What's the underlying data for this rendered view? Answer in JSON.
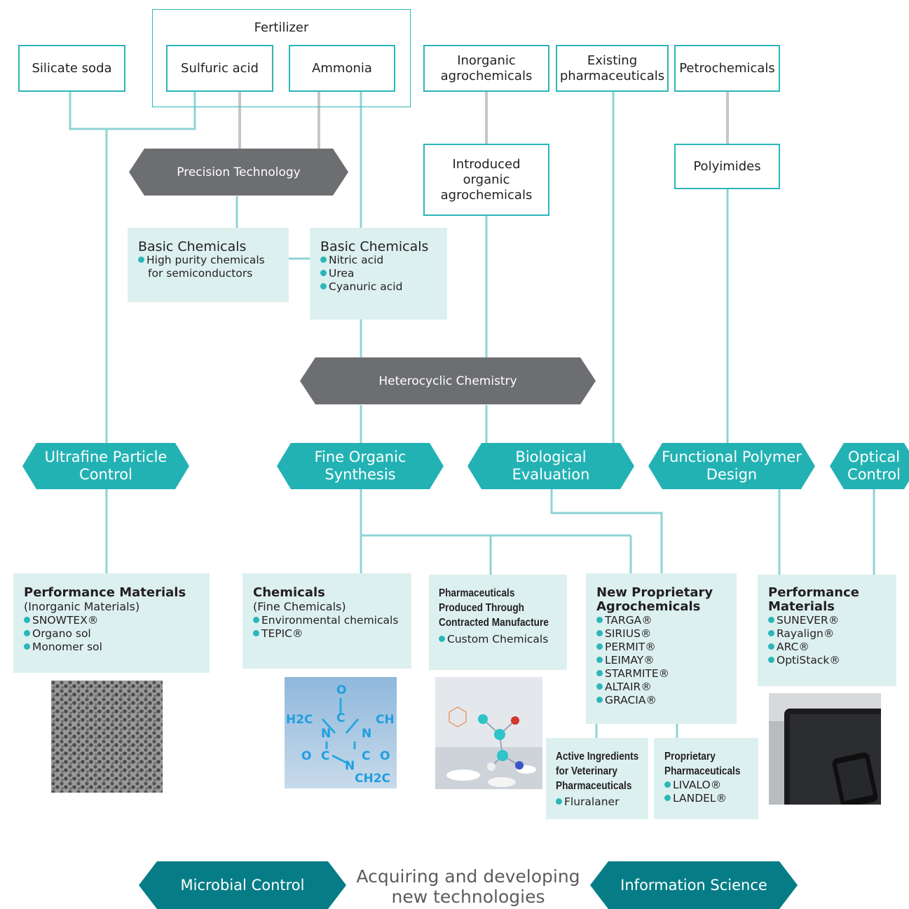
{
  "sources": {
    "fertilizer_label": "Fertilizer",
    "silicate_soda": "Silicate soda",
    "sulfuric_acid": "Sulfuric acid",
    "ammonia": "Ammonia",
    "inorganic_agrochemicals": "Inorganic agrochemicals",
    "existing_pharmaceuticals": "Existing pharmaceuticals",
    "petrochemicals": "Petrochemicals",
    "introduced_organic_agrochemicals": "Introduced organic agrochemicals",
    "polyimides": "Polyimides"
  },
  "core_technologies": {
    "precision_technology": "Precision Technology",
    "heterocyclic_chemistry": "Heterocyclic Chemistry"
  },
  "basic_chemicals": [
    {
      "title": "Basic Chemicals",
      "items": [
        "High purity chemicals for semiconductors"
      ]
    },
    {
      "title": "Basic Chemicals",
      "items": [
        "Nitric acid",
        "Urea",
        "Cyanuric acid"
      ]
    }
  ],
  "technologies": [
    "Ultrafine Particle Control",
    "Fine Organic Synthesis",
    "Biological Evaluation",
    "Functional Polymer Design",
    "Optical Control"
  ],
  "products": {
    "performance_inorganic": {
      "title": "Performance Materials",
      "subtitle": "(Inorganic Materials)",
      "items": [
        "SNOWTEX®",
        "Organo sol",
        "Monomer sol"
      ]
    },
    "chemicals": {
      "title": "Chemicals",
      "subtitle": "(Fine Chemicals)",
      "items": [
        "Environmental chemicals",
        "TEPIC®"
      ]
    },
    "pharma_contract": {
      "title_lines": [
        "Pharmaceuticals",
        "Produced Through",
        "Contracted Manufacture"
      ],
      "items": [
        "Custom Chemicals"
      ]
    },
    "agrochemicals": {
      "title_lines": [
        "New Proprietary",
        "Agrochemicals"
      ],
      "items": [
        "TARGA®",
        "SIRIUS®",
        "PERMIT®",
        "LEIMAY®",
        "STARMITE®",
        "ALTAIR®",
        "GRACIA®"
      ]
    },
    "performance": {
      "title_lines": [
        "Performance",
        "Materials"
      ],
      "items": [
        "SUNEVER®",
        "Rayalign®",
        "ARC®",
        "OptiStack®"
      ]
    },
    "veterinary": {
      "title_lines": [
        "Active Ingredients",
        "for Veterinary",
        "Pharmaceuticals"
      ],
      "items": [
        "Fluralaner"
      ]
    },
    "proprietary_pharma": {
      "title_lines": [
        "Proprietary",
        "Pharmaceuticals"
      ],
      "items": [
        "LIVALO®",
        "LANDEL®"
      ]
    }
  },
  "molecule_labels": [
    "H2C",
    "C",
    "CH",
    "N",
    "N",
    "O",
    "O",
    "O",
    "C",
    "C",
    "N",
    "CH2C"
  ],
  "footer": {
    "microbial_control": "Microbial Control",
    "center_line1": "Acquiring and developing",
    "center_line2": "new technologies",
    "information_science": "Information Science"
  },
  "colors": {
    "teal": "#23b2b4",
    "line_teal": "#8fd3d6",
    "gray_hex": "#6d6e71",
    "dark_teal": "#067d86",
    "panel": "#ddf0f0"
  }
}
